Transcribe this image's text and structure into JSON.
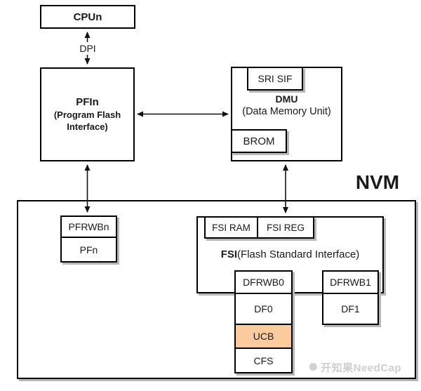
{
  "diagram": {
    "region_label": "NVM",
    "nodes": {
      "cpun": {
        "label": "CPUn"
      },
      "pfin": {
        "title": "PFIn",
        "subtitle": "(Program Flash Interface)"
      },
      "dmu": {
        "title": "DMU",
        "subtitle": "(Data Memory Unit)"
      },
      "sri_sif": {
        "label": "SRI SIF"
      },
      "brom": {
        "label": "BROM"
      },
      "pf_stack": {
        "cells": [
          "PFRWBn",
          "PFn"
        ]
      },
      "fsi": {
        "title": "FSI",
        "subtitle": "(Flash Standard Interface)"
      },
      "fsi_ram": {
        "label": "FSI RAM"
      },
      "fsi_reg": {
        "label": "FSI REG"
      },
      "df0_stack": {
        "cells": [
          "DFRWB0",
          "DF0",
          "UCB",
          "CFS"
        ]
      },
      "df1_stack": {
        "cells": [
          "DFRWB1",
          "DF1"
        ]
      }
    },
    "edges": {
      "dpi_label": "DPI"
    },
    "watermark": {
      "logo": "sparkle-logo",
      "text": "开知果NeedCap"
    },
    "colors": {
      "border": "#000000",
      "box_fill": "#ffffff",
      "ucb_highlight_fill": "#f9cb9d",
      "shadow": "#b7b7b7",
      "text": "#1a1a1a"
    }
  }
}
